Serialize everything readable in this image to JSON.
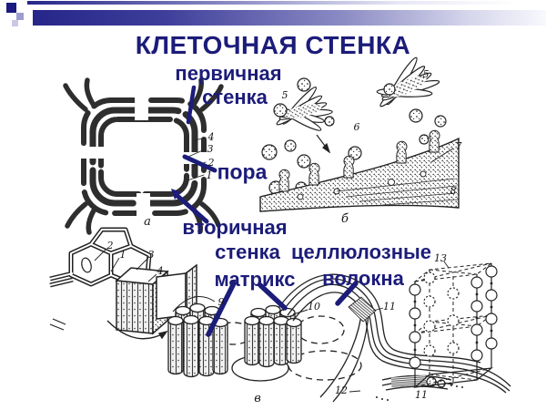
{
  "slide": {
    "title": "КЛЕТОЧНАЯ СТЕНКА"
  },
  "labels": {
    "primary_wall": {
      "line1": "первичная",
      "line2": "стенка"
    },
    "pore": "пора",
    "secondary_wall": {
      "line1": "вторичная",
      "line2": "стенка"
    },
    "matrix": "матрикс",
    "cellulose_fibers": {
      "line1": "целлюлозные",
      "line2": "волокна"
    }
  },
  "figure_marks": {
    "fig_a": "а",
    "fig_b": "б",
    "fig_v": "в",
    "n1": "1",
    "n2": "2",
    "n3": "3",
    "n4": "4",
    "n5": "5",
    "n6": "6",
    "n7": "7",
    "n8": "8",
    "n9": "9",
    "n10": "10",
    "n11": "11",
    "n12": "12",
    "n13": "13"
  },
  "colors": {
    "accent_navy": "#1c1c7a",
    "ink": "#222222"
  }
}
